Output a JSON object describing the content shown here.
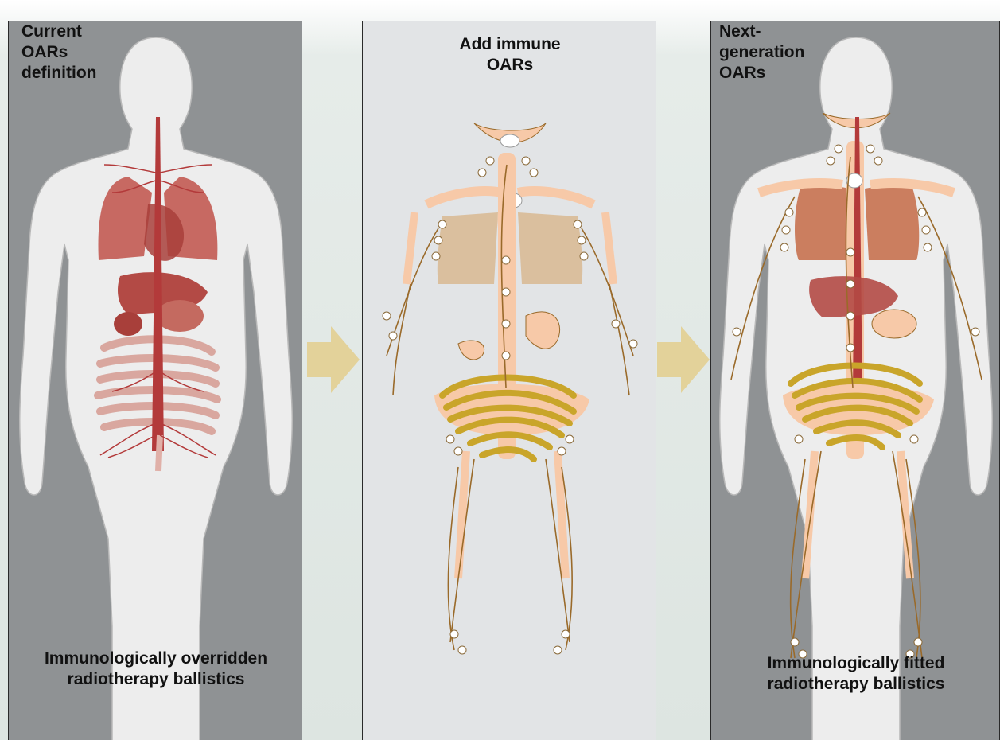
{
  "panels": {
    "current": {
      "title_lines": [
        "Current",
        "OARs",
        "definition"
      ],
      "caption_lines": [
        "Immunologically overridden",
        "radiotherapy ballistics"
      ]
    },
    "immune": {
      "title_lines": [
        "Add immune",
        "OARs"
      ]
    },
    "next": {
      "title_lines": [
        "Next-",
        "generation",
        "OARs"
      ],
      "caption_lines": [
        "Immunologically fitted",
        "radiotherapy ballistics"
      ]
    }
  },
  "colors": {
    "dark_panel": "#8f9294",
    "light_panel": "#e2e4e6",
    "body_silhouette": "#eeeeee",
    "vessels": "#b33a3a",
    "lymph": "#9a6a2a",
    "bone": "#f7c9a8",
    "intestine": "#c9a52a",
    "arrow": "#e3d29a"
  }
}
